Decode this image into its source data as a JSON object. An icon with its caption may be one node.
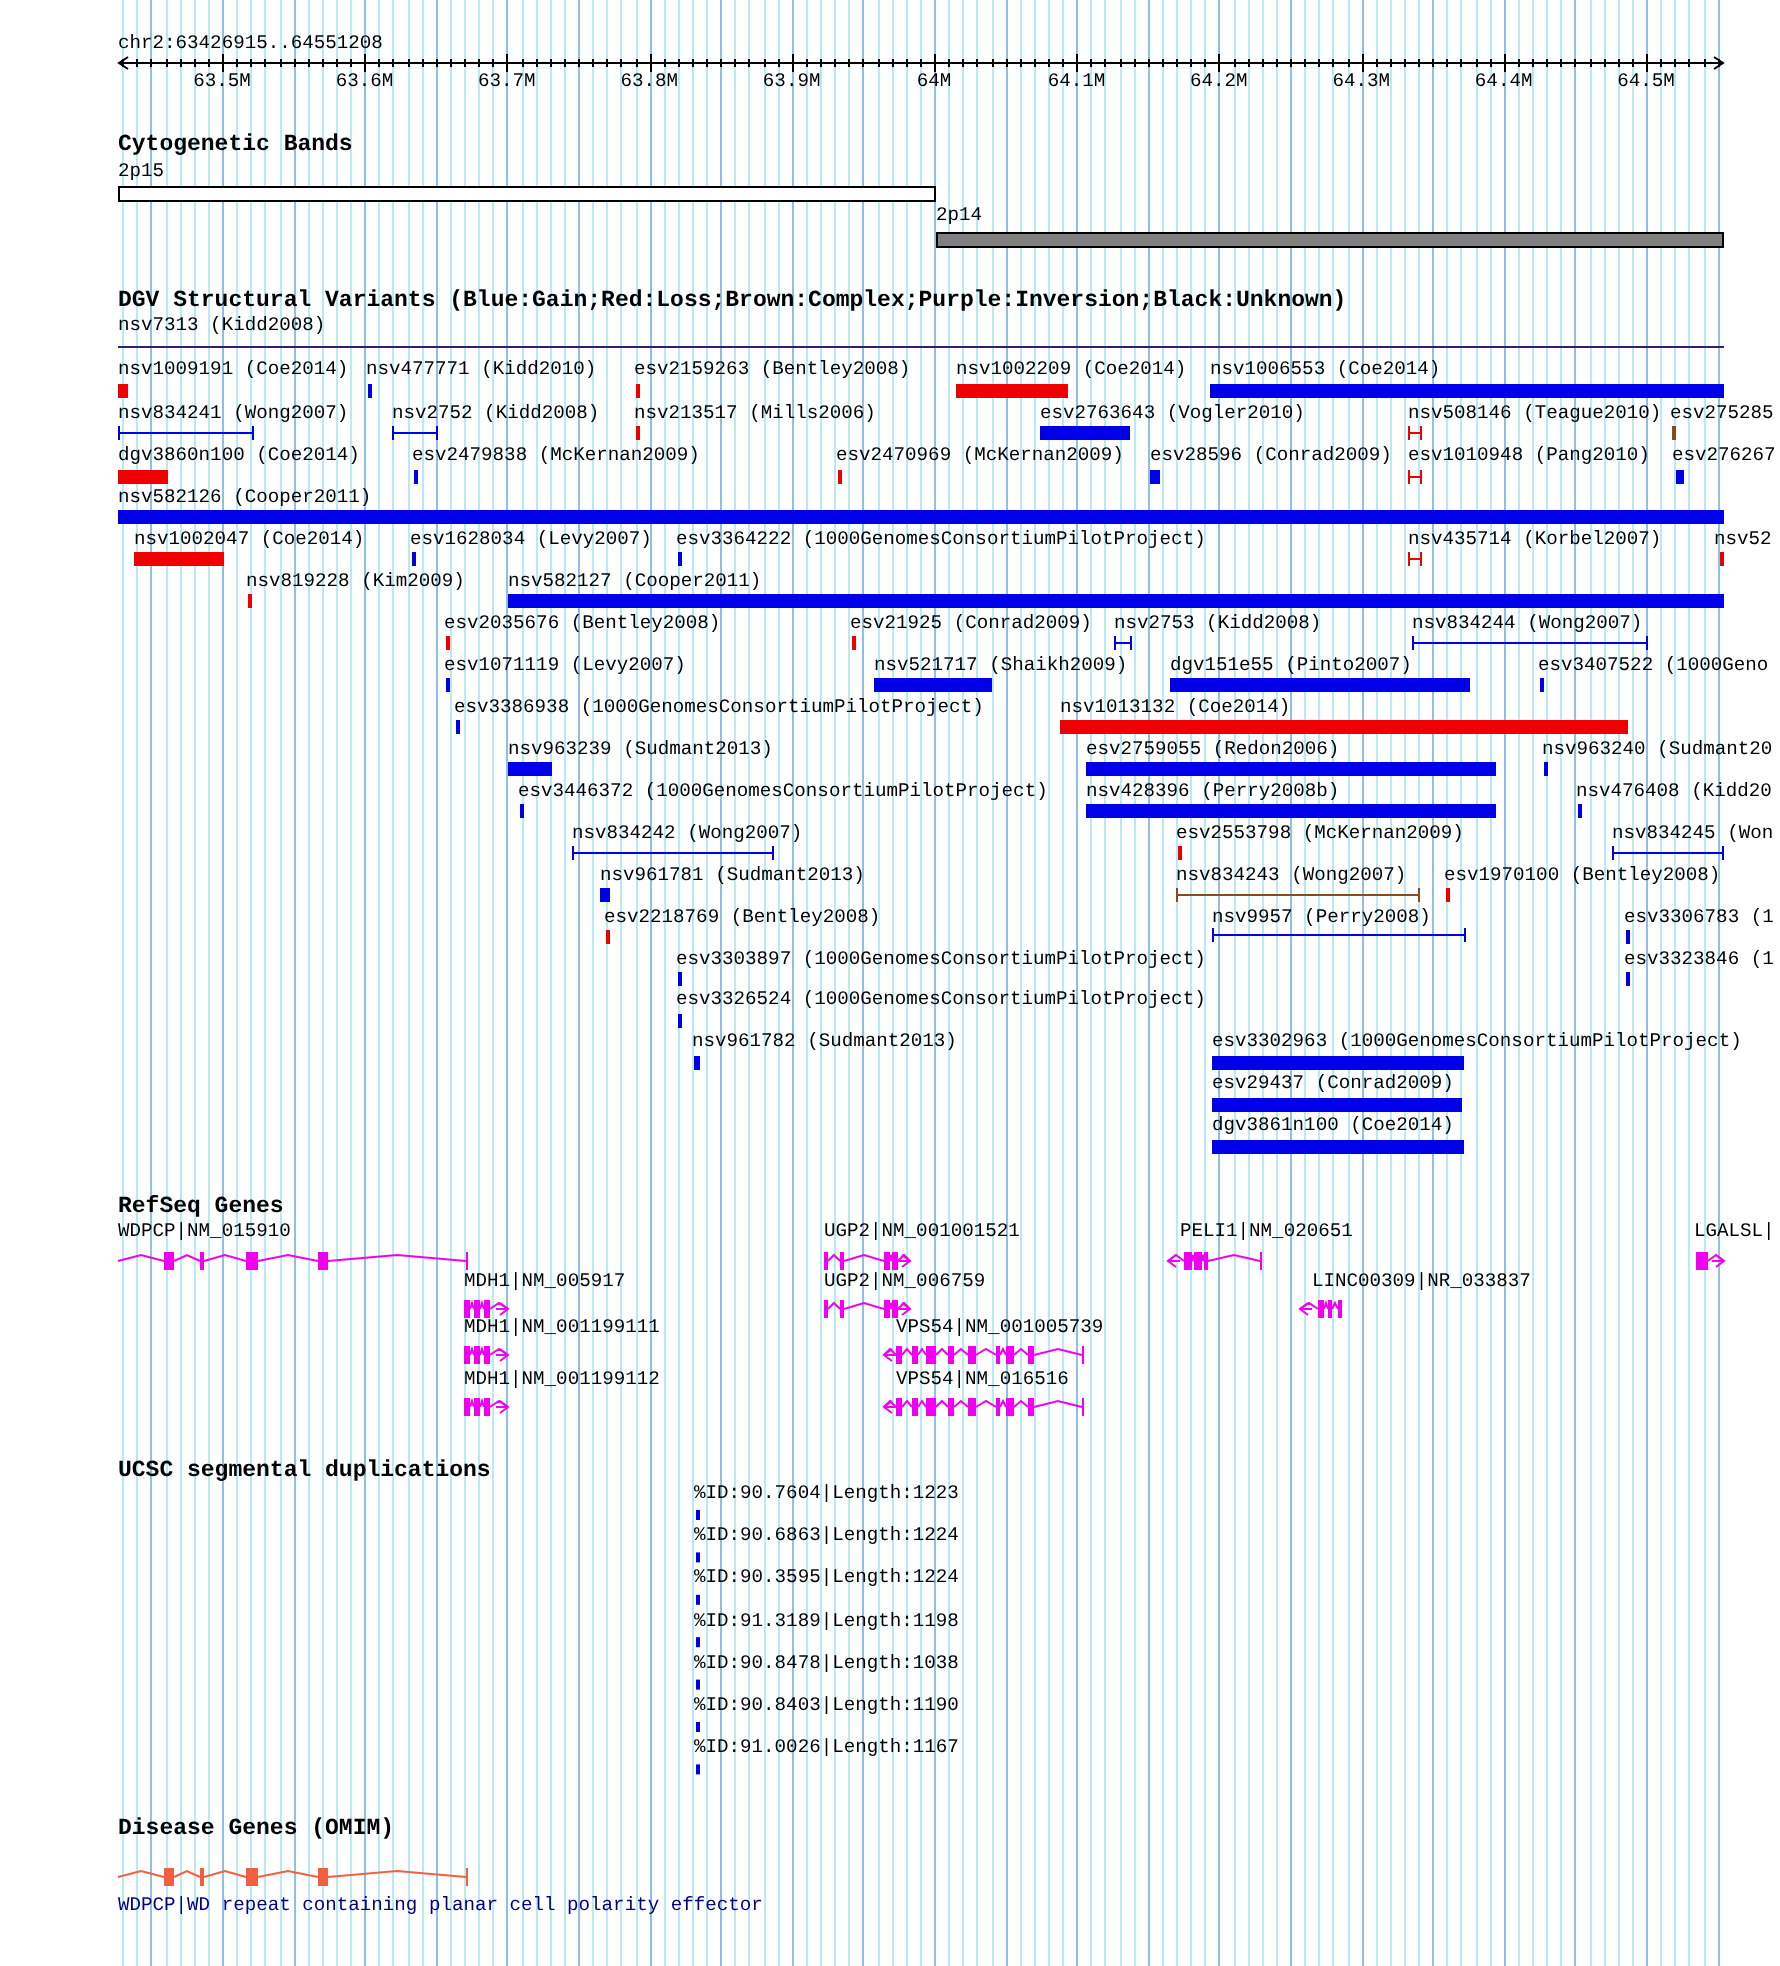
{
  "diagram": {
    "labels": [
      "chr2:63426915..64551208",
      "63.5M",
      "63.6M",
      "63.7M",
      "63.8M",
      "63.9M",
      "64M",
      "64.1M",
      "64.2M",
      "64.3M",
      "64.4M",
      "64.5M",
      "Cytogenetic Bands",
      "2p15",
      "2p14",
      "DGV Structural Variants (Blue:Gain;Red:Loss;Brown:Complex;Purple:Inversion;Black:Unknown)",
      "nsv7313 (Kidd2008)",
      "nsv1009191 (Coe2014)",
      "nsv477771 (Kidd2010)",
      "esv2159263 (Bentley2008)",
      "nsv1002209 (Coe2014)",
      "nsv1006553 (Coe2014)",
      "nsv834241 (Wong2007)",
      "nsv2752 (Kidd2008)",
      "nsv213517 (Mills2006)",
      "esv2763643 (Vogler2010)",
      "nsv508146 (Teague2010)",
      "esv275285",
      "dgv3860n100 (Coe2014)",
      "esv2479838 (McKernan2009)",
      "esv2470969 (McKernan2009)",
      "esv28596 (Conrad2009)",
      "esv1010948 (Pang2010)",
      "esv276267",
      "nsv582126 (Cooper2011)",
      "nsv1002047 (Coe2014)",
      "esv1628034 (Levy2007)",
      "esv3364222 (1000GenomesConsortiumPilotProject)",
      "nsv435714 (Korbel2007)",
      "nsv52",
      "nsv819228 (Kim2009)",
      "nsv582127 (Cooper2011)",
      "esv2035676 (Bentley2008)",
      "esv21925 (Conrad2009)",
      "nsv2753 (Kidd2008)",
      "nsv834244 (Wong2007)",
      "esv1071119 (Levy2007)",
      "nsv521717 (Shaikh2009)",
      "dgv151e55 (Pinto2007)",
      "esv3407522 (1000Geno",
      "esv3386938 (1000GenomesConsortiumPilotProject)",
      "nsv1013132 (Coe2014)",
      "nsv963239 (Sudmant2013)",
      "esv2759055 (Redon2006)",
      "nsv963240 (Sudmant20",
      "esv3446372 (1000GenomesConsortiumPilotProject)",
      "nsv428396 (Perry2008b)",
      "nsv476408 (Kidd20",
      "nsv834242 (Wong2007)",
      "esv2553798 (McKernan2009)",
      "nsv834245 (Won",
      "nsv961781 (Sudmant2013)",
      "nsv834243 (Wong2007)",
      "esv1970100 (Bentley2008)",
      "esv2218769 (Bentley2008)",
      "nsv9957 (Perry2008)",
      "esv3306783 (1",
      "esv3303897 (1000GenomesConsortiumPilotProject)",
      "esv3323846 (1",
      "esv3326524 (1000GenomesConsortiumPilotProject)",
      "nsv961782 (Sudmant2013)",
      "esv3302963 (1000GenomesConsortiumPilotProject)",
      "esv29437 (Conrad2009)",
      "dgv3861n100 (Coe2014)",
      "RefSeq Genes",
      "WDPCP|NM_015910",
      "UGP2|NM_001001521",
      "PELI1|NM_020651",
      "LGALSL|",
      "MDH1|NM_005917",
      "UGP2|NM_006759",
      "LINC00309|NR_033837",
      "MDH1|NM_001199111",
      "VPS54|NM_001005739",
      "MDH1|NM_001199112",
      "VPS54|NM_016516",
      "UCSC segmental duplications",
      "%ID:90.7604|Length:1223",
      "%ID:90.6863|Length:1224",
      "%ID:90.3595|Length:1224",
      "%ID:91.3189|Length:1198",
      "%ID:90.8478|Length:1038",
      "%ID:90.8403|Length:1190",
      "%ID:91.0026|Length:1167",
      "Disease Genes (OMIM)",
      "WDPCP|WD repeat containing planar cell polarity effector"
    ]
  }
}
